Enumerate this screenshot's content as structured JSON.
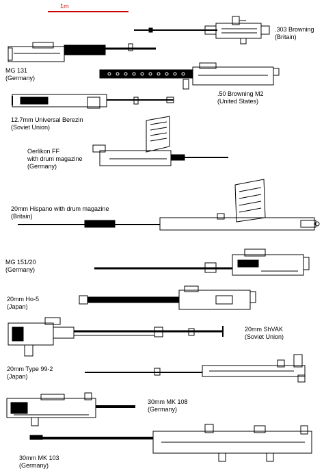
{
  "scale": {
    "label": "1m",
    "color": "#cc0000"
  },
  "weapons": [
    {
      "id": "browning303",
      "name": ".303 Browning",
      "country": "(Britain)"
    },
    {
      "id": "mg131",
      "name": "MG 131",
      "country": "(Germany)"
    },
    {
      "id": "browning50",
      "name": ".50 Browning M2",
      "country": "(United States)"
    },
    {
      "id": "berezin",
      "name": "12.7mm Universal Berezin",
      "country": "(Soviet Union)"
    },
    {
      "id": "oerlikon",
      "name": "Oerlikon FF",
      "sub": "with drum magazine",
      "country": "(Germany)"
    },
    {
      "id": "hispano",
      "name": "20mm Hispano with drum magazine",
      "country": "(Britain)"
    },
    {
      "id": "mg151",
      "name": "MG 151/20",
      "country": "(Germany)"
    },
    {
      "id": "ho5",
      "name": "20mm Ho-5",
      "country": "(Japan)"
    },
    {
      "id": "shvak",
      "name": "20mm ShVAK",
      "country": "(Soviet Union)"
    },
    {
      "id": "type992",
      "name": "20mm Type 99-2",
      "country": "(Japan)"
    },
    {
      "id": "mk108",
      "name": "30mm MK 108",
      "country": "(Germany)"
    },
    {
      "id": "mk103",
      "name": "30mm MK 103",
      "country": "(Germany)"
    }
  ]
}
